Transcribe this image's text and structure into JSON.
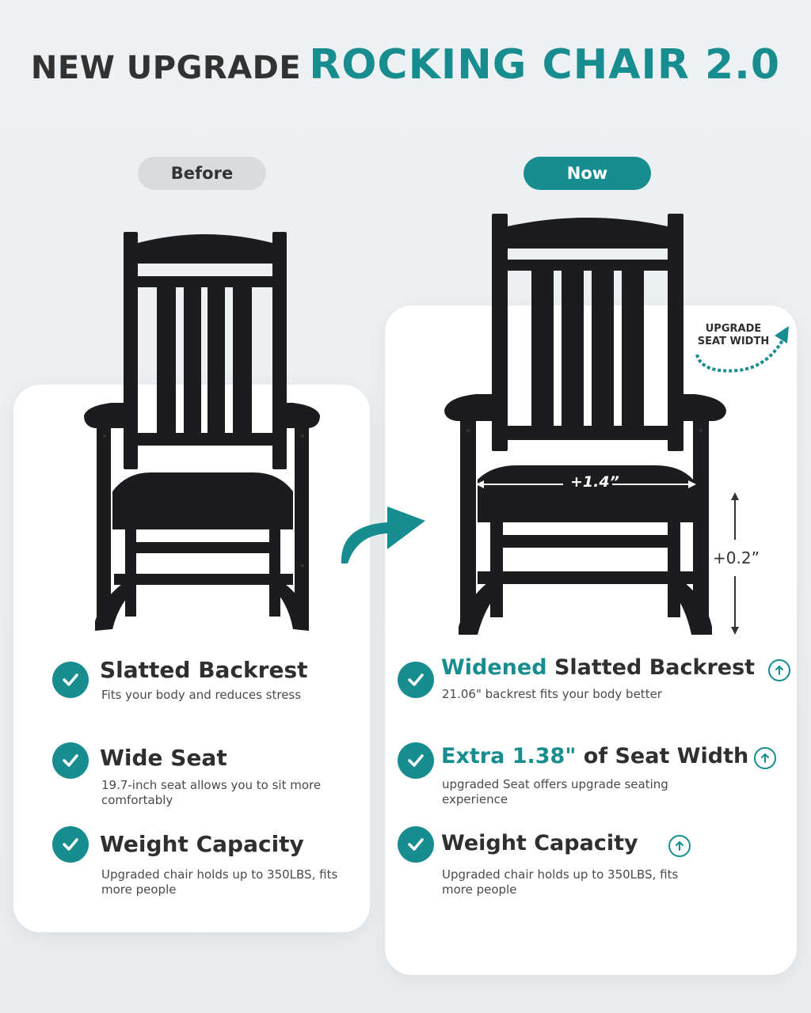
{
  "headline": {
    "part1": "NEW UPGRADE",
    "part2": "ROCKING CHAIR 2.0"
  },
  "labels": {
    "before": "Before",
    "now": "Now"
  },
  "annotations": {
    "upgrade_line1": "UPGRADE",
    "upgrade_line2": "SEAT WIDTH",
    "width_delta": "+1.4”",
    "height_delta": "+0.2”"
  },
  "before_features": [
    {
      "title": "Slatted Backrest",
      "desc": "Fits your body and reduces stress"
    },
    {
      "title": "Wide Seat",
      "desc": "19.7-inch seat allows you to sit more comfortably"
    },
    {
      "title": "Weight Capacity",
      "desc": "Upgraded chair holds up to 350LBS, fits more people"
    }
  ],
  "now_features": [
    {
      "highlight": "Widened",
      "title": " Slatted Backrest",
      "desc": "21.06\" backrest fits your body better"
    },
    {
      "highlight": "Extra 1.38\"",
      "title": " of Seat Width",
      "desc": "upgraded Seat offers upgrade seating experience"
    },
    {
      "highlight": "",
      "title": "Weight Capacity",
      "desc": "Upgraded chair holds up to 350LBS, fits more people"
    }
  ],
  "colors": {
    "accent": "#178d8f",
    "dark_text": "#323232",
    "chair": "#1c1c1e",
    "card": "#ffffff",
    "background": "#eef1f3",
    "before_pill": "#d9dcdf"
  },
  "icons": {
    "check": "check-circle-icon",
    "upgrade": "arrow-up-circle-icon",
    "transition": "curved-arrow-icon"
  }
}
